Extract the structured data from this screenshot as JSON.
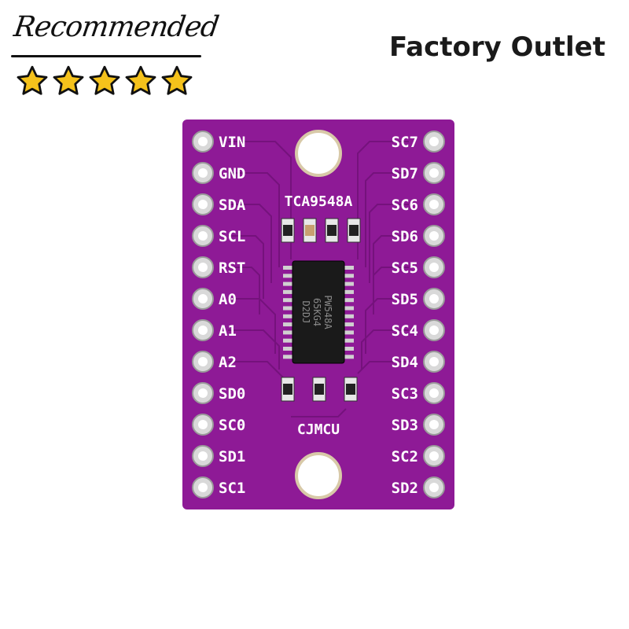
{
  "badge": {
    "label": "Recommended",
    "rating": 5,
    "star_color": "#f5c21b"
  },
  "outlet": {
    "label": "Factory Outlet"
  },
  "board": {
    "pcb_color": "#8e1a96",
    "chip_label": "TCA9548A",
    "brand_label": "CJMCU",
    "ic_marking": [
      "PW548A",
      "65KG4",
      "D2DJ"
    ],
    "left_pins": [
      "VIN",
      "GND",
      "SDA",
      "SCL",
      "RST",
      "A0",
      "A1",
      "A2",
      "SD0",
      "SC0",
      "SD1",
      "SC1"
    ],
    "right_pins": [
      "SC7",
      "SD7",
      "SC6",
      "SD6",
      "SC5",
      "SD5",
      "SC4",
      "SD4",
      "SC3",
      "SD3",
      "SC2",
      "SD2"
    ]
  }
}
